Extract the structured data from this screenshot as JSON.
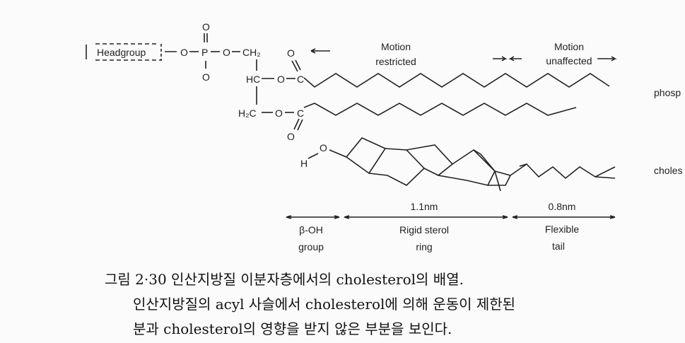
{
  "diagram": {
    "headgroup": "Headgroup",
    "atoms": {
      "o": "O",
      "p": "P",
      "ch2": "CH₂",
      "hc": "HC",
      "h2c": "H₂C",
      "c": "C",
      "h": "H"
    },
    "motion_restricted": [
      "Motion",
      "restricted"
    ],
    "motion_unaffected": [
      "Motion",
      "unaffected"
    ],
    "side_labels": [
      "phosp",
      "choles"
    ],
    "lengths": [
      "1.1nm",
      "0.8nm"
    ],
    "regions": [
      [
        "β-OH",
        "group"
      ],
      [
        "Rigid sterol",
        "ring"
      ],
      [
        "Flexible",
        "tail"
      ]
    ]
  },
  "caption": {
    "line1": "그림 2·30  인산지방질 이분자층에서의 cholesterol의 배열.",
    "line2": "인산지방질의 acyl 사슬에서 cholesterol에 의해 운동이 제한된",
    "line3": "분과 cholesterol의 영향을 받지 않은 부분을 보인다."
  }
}
